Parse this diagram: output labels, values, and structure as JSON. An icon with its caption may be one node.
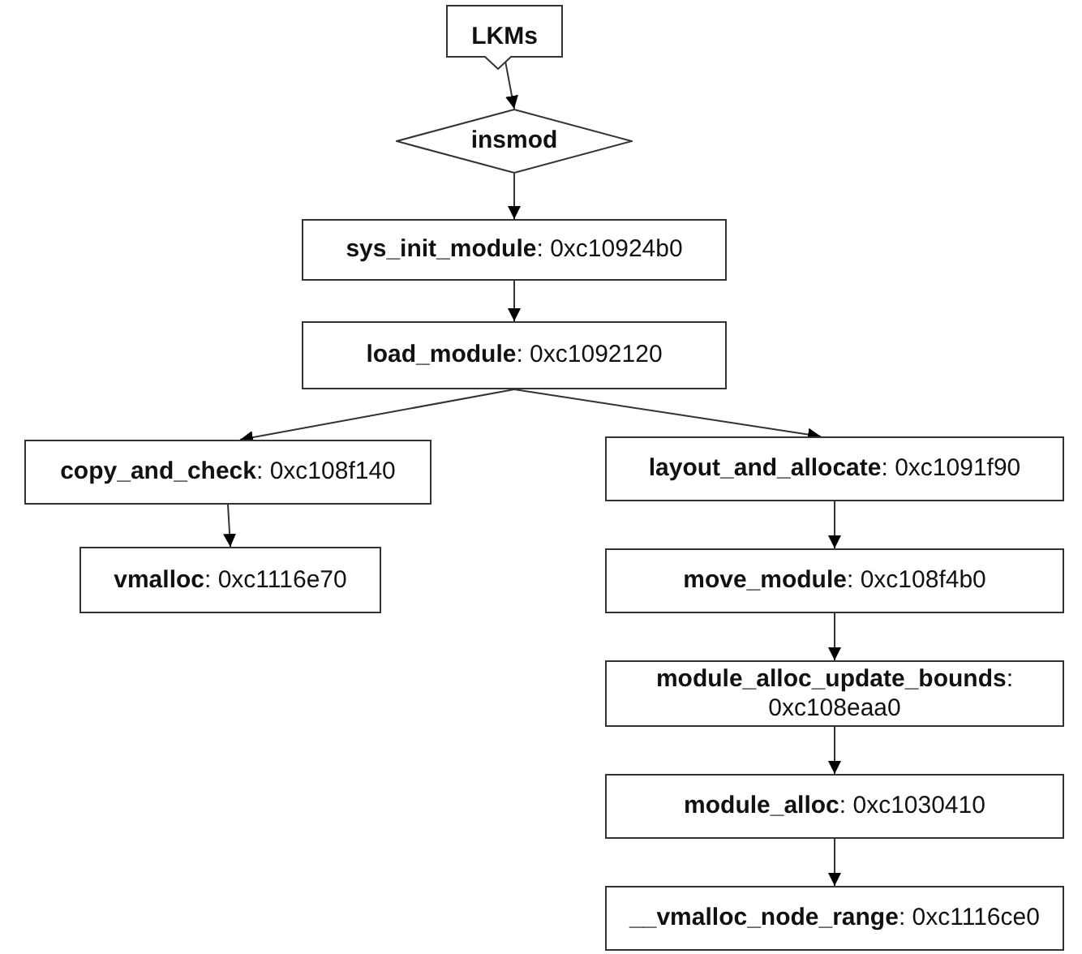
{
  "diagram": {
    "nodes": [
      {
        "text": [
          "LKMs"
        ]
      },
      {
        "text": [
          "insmod"
        ]
      },
      {
        "text": [
          "**sys_init_module**: 0xc10924b0"
        ]
      },
      {
        "text": [
          "**load_module**: 0xc1092120"
        ]
      },
      {
        "text": [
          "**copy_and_check**: 0xc108f140"
        ]
      },
      {
        "text": [
          "**layout_and_allocate**: 0xc1091f90"
        ]
      },
      {
        "text": [
          "**vmalloc**: 0xc1116e70"
        ]
      },
      {
        "text": [
          "**move_module**: 0xc108f4b0"
        ]
      },
      {
        "text": [
          "**module_alloc_update_bounds**: 0xc108eaa0"
        ]
      },
      {
        "text": [
          "**module_alloc**: 0xc1030410"
        ]
      },
      {
        "text": [
          "**__vmalloc_node_range**: 0xc1116ce0"
        ]
      }
    ],
    "edges": [
      {
        "from": 0,
        "to": 1,
        "arrow": "to"
      },
      {
        "from": 1,
        "to": 2,
        "arrow": "to"
      },
      {
        "from": 2,
        "to": 3,
        "arrow": "to"
      },
      {
        "from": 3,
        "to": 4,
        "arrow": "to"
      },
      {
        "from": 3,
        "to": 5,
        "arrow": "to"
      },
      {
        "from": 4,
        "to": 6,
        "arrow": "to"
      },
      {
        "from": 5,
        "to": 7,
        "arrow": "to"
      },
      {
        "from": 7,
        "to": 8,
        "arrow": "to"
      },
      {
        "from": 8,
        "to": 9,
        "arrow": "to"
      },
      {
        "from": 9,
        "to": 10,
        "arrow": "to"
      }
    ]
  }
}
